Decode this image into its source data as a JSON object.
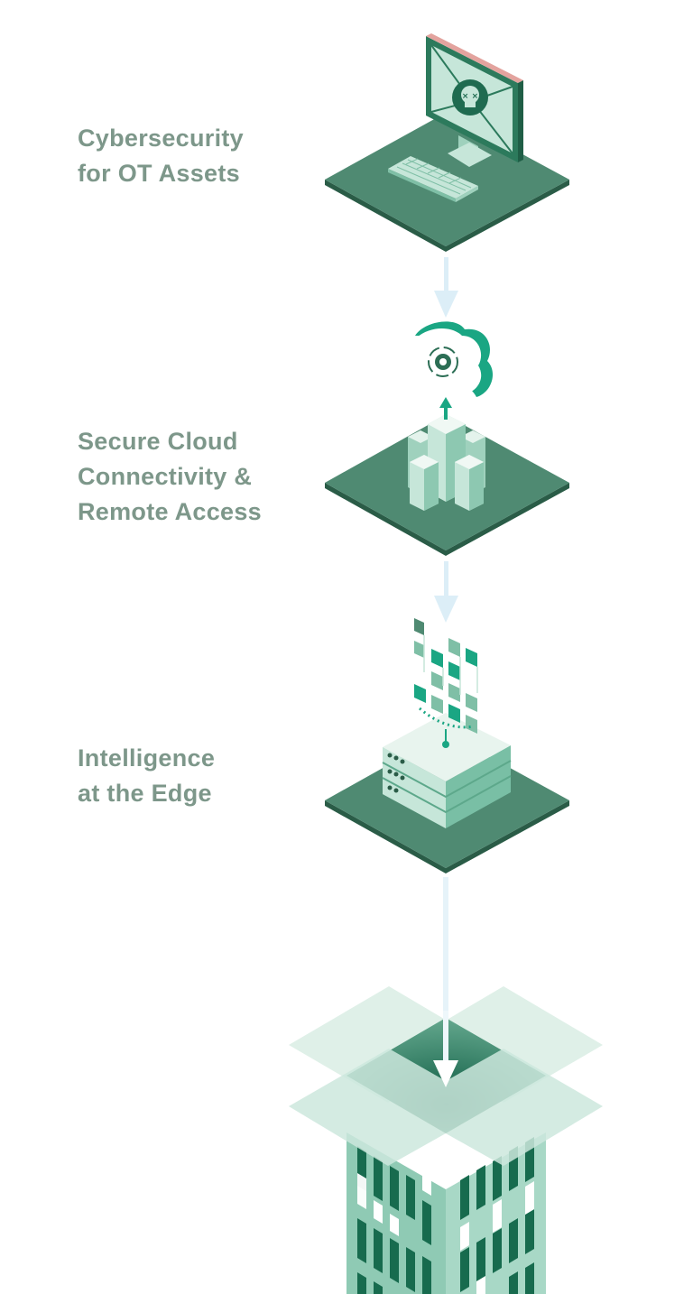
{
  "layers": [
    {
      "id": "ot-assets",
      "lines": [
        "Cybersecurity",
        "for OT Assets"
      ],
      "icon": "monitor-skull-icon"
    },
    {
      "id": "cloud",
      "lines": [
        "Secure Cloud",
        "Connectivity &",
        "Remote Access"
      ],
      "icon": "cloud-gear-icon"
    },
    {
      "id": "edge",
      "lines": [
        "Intelligence",
        "at the Edge"
      ],
      "icon": "edge-server-icon"
    }
  ],
  "colors": {
    "platform_top": "#4f8a72",
    "platform_side": "#2a5c47",
    "accent": "#1aa683",
    "light_green": "#c6e6d9",
    "arrow": "#dceef7",
    "text": "#7d978a"
  }
}
